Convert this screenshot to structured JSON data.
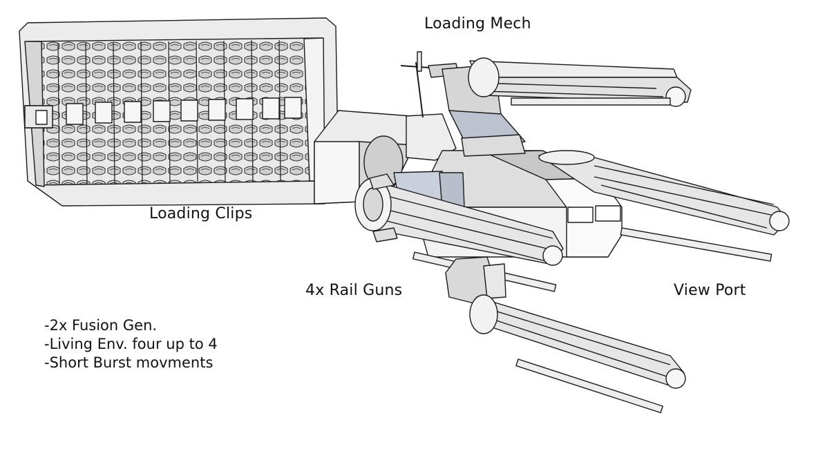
{
  "labels": {
    "loading_mech": "Loading Mech",
    "loading_clips": "Loading Clips",
    "rail_guns": "4x Rail Guns",
    "view_port": "View Port"
  },
  "specs": [
    "-2x Fusion Gen.",
    "-Living Env. four up to 4",
    "-Short Burst movments"
  ],
  "colors": {
    "stroke": "#1a1a1a",
    "light": "#f2f2f2",
    "mid": "#d9d9d9",
    "dark": "#b5b5b5",
    "blue_tint": "#c9d0dc"
  }
}
